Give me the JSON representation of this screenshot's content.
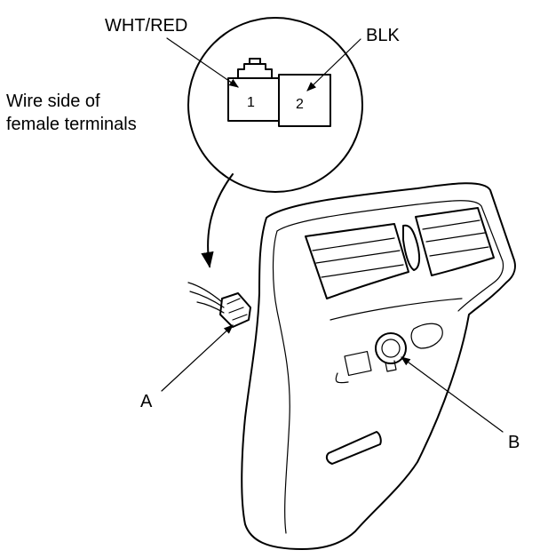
{
  "labels": {
    "wire_top": "WHT/RED",
    "wire_right": "BLK",
    "side_note_line1": "Wire side of",
    "side_note_line2": "female terminals",
    "callout_a": "A",
    "callout_b": "B"
  },
  "connector": {
    "terminals": [
      "1",
      "2"
    ]
  },
  "colors": {
    "ink": "#000000",
    "background": "#ffffff"
  }
}
